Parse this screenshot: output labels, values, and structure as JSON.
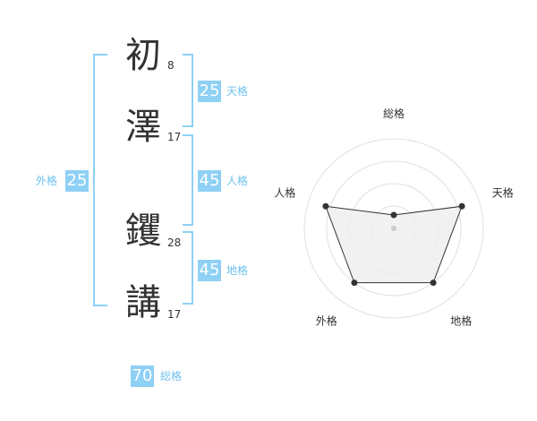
{
  "name": {
    "chars": [
      {
        "char": "初",
        "strokes": "8"
      },
      {
        "char": "澤",
        "strokes": "17"
      },
      {
        "char": "钁",
        "strokes": "28"
      },
      {
        "char": "講",
        "strokes": "17"
      }
    ]
  },
  "scores": {
    "tenkaku": {
      "value": "25",
      "label": "天格"
    },
    "jinkaku": {
      "value": "45",
      "label": "人格"
    },
    "chikaku": {
      "value": "45",
      "label": "地格"
    },
    "gaikaku": {
      "value": "25",
      "label": "外格"
    },
    "soukaku": {
      "value": "70",
      "label": "総格"
    }
  },
  "chart_data": {
    "type": "radar",
    "axes": [
      "総格",
      "天格",
      "地格",
      "外格",
      "人格"
    ],
    "values": [
      0.15,
      0.8,
      0.75,
      0.75,
      0.8
    ],
    "rings": 4,
    "fill_color": "#eeeeee",
    "line_color": "#333333"
  }
}
